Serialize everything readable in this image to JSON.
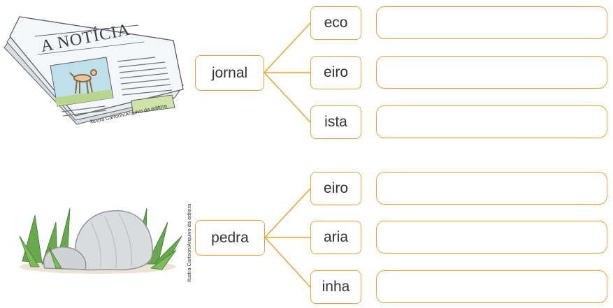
{
  "group1": {
    "root": "jornal",
    "suffixes": [
      "eco",
      "eiro",
      "ista"
    ],
    "image_credit": "Ilustra Cartoon/Arquivo da editora",
    "newspaper_headline": "A NOTÍCIA"
  },
  "group2": {
    "root": "pedra",
    "suffixes": [
      "eiro",
      "aria",
      "inha"
    ],
    "image_credit": "Ilustra Cartoon/Arquivo da editora"
  },
  "colors": {
    "accent": "#f0a030",
    "text": "#333333"
  }
}
